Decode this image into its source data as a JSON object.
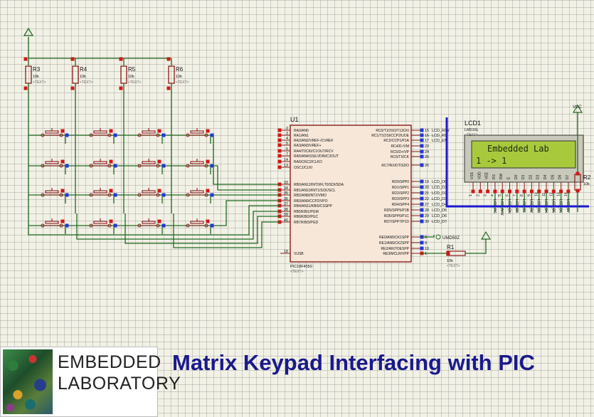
{
  "title": "Matrix Keypad Interfacing with PIC",
  "logo": {
    "line1": "EMBEDDED",
    "line2": "LABORATORY"
  },
  "text_placeholder": "<TEXT>",
  "resistors": [
    {
      "ref": "R3",
      "value": "10k"
    },
    {
      "ref": "R4",
      "value": "10k"
    },
    {
      "ref": "R5",
      "value": "10k"
    },
    {
      "ref": "R6",
      "value": "10k"
    }
  ],
  "r1": {
    "ref": "R1",
    "value": "10k"
  },
  "r2": {
    "ref": "R2",
    "value": "10k"
  },
  "vcc_label": "VCC",
  "vusb_label": "VUSB",
  "mcu": {
    "ref": "U1",
    "part": "PIC18F4550",
    "left_pins": [
      {
        "num": "2",
        "name": "RA0/AN0"
      },
      {
        "num": "3",
        "name": "RA1/AN1"
      },
      {
        "num": "4",
        "name": "RA2/AN2/VREF-/CVREF"
      },
      {
        "num": "5",
        "name": "RA3/AN3/VREF+"
      },
      {
        "num": "6",
        "name": "RA4/T0CKI/C1OUT/RCV"
      },
      {
        "num": "7",
        "name": "RA5/AN4/SS/LVDIN/C2OUT"
      },
      {
        "num": "14",
        "name": "RA6/OSC2/CLKO"
      },
      {
        "num": "13",
        "name": "OSC1/CLKI"
      },
      {
        "num": "33",
        "name": "RB0/AN12/INT0/FLT0/SDI/SDA"
      },
      {
        "num": "34",
        "name": "RB1/AN10/INT1/SCK/SCL"
      },
      {
        "num": "35",
        "name": "RB2/AN8/INT2/VMO"
      },
      {
        "num": "36",
        "name": "RB3/AN9/CCP2/VPO"
      },
      {
        "num": "37",
        "name": "RB4/AN11/KBI0/CSSPP"
      },
      {
        "num": "38",
        "name": "RB5/KBI1/PGM"
      },
      {
        "num": "39",
        "name": "RB6/KBI2/PGC"
      },
      {
        "num": "40",
        "name": "RB7/KBI3/PGD"
      }
    ],
    "left_bottom_pin": {
      "num": "18",
      "name": "VUSB"
    },
    "right_pins_top": [
      {
        "num": "15",
        "name": "RC0/T1OSO/T13CKI",
        "net": "LCD_R/W"
      },
      {
        "num": "16",
        "name": "RC1/T1OSI/CCP2/UOE",
        "net": "LCD_RS"
      },
      {
        "num": "17",
        "name": "RC2/CCP1/P1A",
        "net": "LCD_EN"
      },
      {
        "num": "23",
        "name": "RC4/D-/VM",
        "net": ""
      },
      {
        "num": "24",
        "name": "RC5/D+/VP",
        "net": ""
      },
      {
        "num": "25",
        "name": "RC6/TX/CK",
        "net": ""
      },
      {
        "num": "26",
        "name": "RC7/RX/DT/SDO",
        "net": ""
      }
    ],
    "right_pins_mid": [
      {
        "num": "19",
        "name": "RD0/SPP0",
        "net": "LCD_D0"
      },
      {
        "num": "20",
        "name": "RD1/SPP1",
        "net": "LCD_D1"
      },
      {
        "num": "21",
        "name": "RD2/SPP2",
        "net": "LCD_D2"
      },
      {
        "num": "22",
        "name": "RD3/SPP3",
        "net": "LCD_D3"
      },
      {
        "num": "27",
        "name": "RD4/SPP4",
        "net": "LCD_D4"
      },
      {
        "num": "28",
        "name": "RD5/SPP5/P1B",
        "net": "LCD_D5"
      },
      {
        "num": "29",
        "name": "RD6/SPP6/P1C",
        "net": "LCD_D6"
      },
      {
        "num": "30",
        "name": "RD7/SPP7/P1D",
        "net": "LCD_D7"
      }
    ],
    "right_pins_bot": [
      {
        "num": "8",
        "name": "RE0/AN5/CK1SPP"
      },
      {
        "num": "9",
        "name": "RE1/AN6/CK2SPP"
      },
      {
        "num": "10",
        "name": "RE2/AN7/OESPP"
      },
      {
        "num": "1",
        "name": "RE3/MCLR/VPP"
      }
    ]
  },
  "lcd": {
    "ref": "LCD1",
    "part": "LM016L",
    "line1": "Embedded Lab",
    "line2": "1 -> 1",
    "pins": [
      "VSS",
      "VDD",
      "VEE",
      "RS",
      "RW",
      "E",
      "D0",
      "D1",
      "D2",
      "D3",
      "D4",
      "D5",
      "D6",
      "D7"
    ],
    "nets": [
      "LCD_RS",
      "LCD_R/W",
      "LCD_EN",
      "LCD_D0",
      "LCD_D1",
      "LCD_D2",
      "LCD_D3",
      "LCD_D4",
      "LCD_D5",
      "LCD_D6",
      "LCD_D7"
    ]
  },
  "usb_label": "UMD50Z",
  "colors": {
    "wire": "#1f6b1f",
    "component": "#8b1a1a",
    "ic_fill": "#f6e7d9",
    "pin_red": "#d11818",
    "pin_blue": "#2236d8",
    "lcd_green": "#a9c93d",
    "title_blue": "#1a1a8c",
    "bus_blue": "#1a1ad0"
  }
}
